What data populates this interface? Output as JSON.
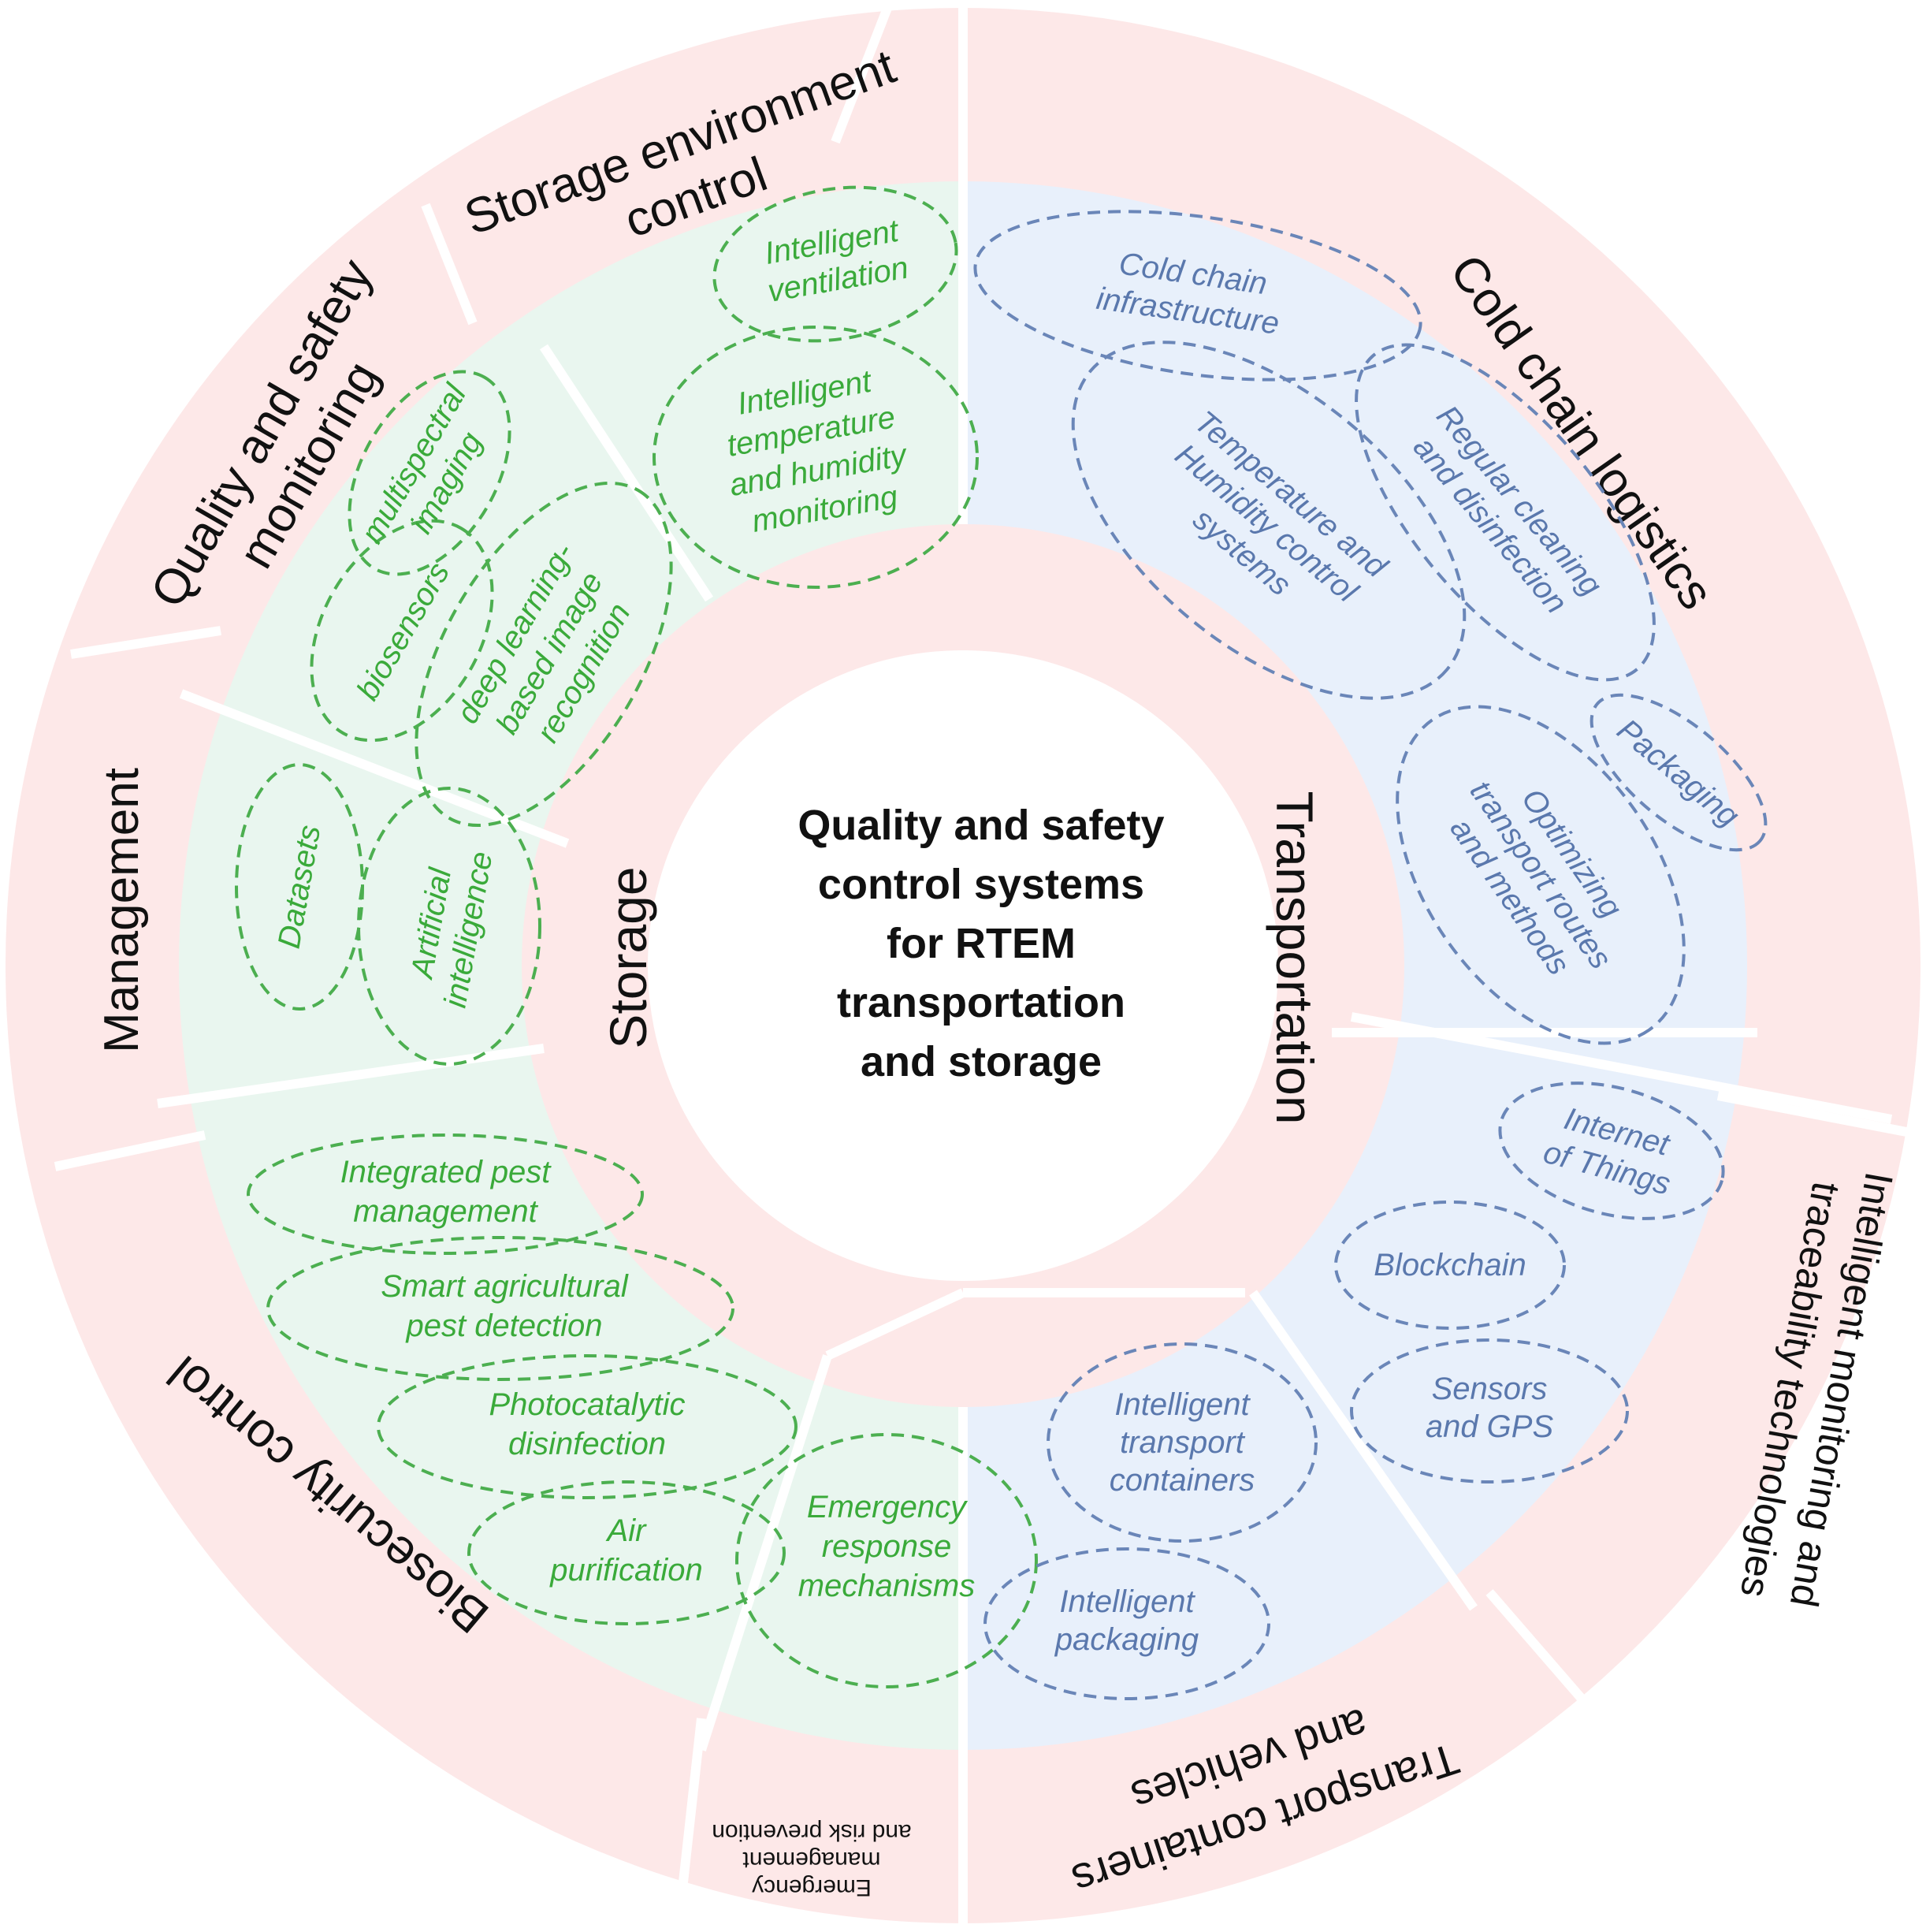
{
  "center": {
    "title_lines": [
      "Quality and safety",
      "control systems",
      "for RTEM",
      "transportation",
      "and storage"
    ]
  },
  "inner_ring": {
    "storage_label": "Storage",
    "transportation_label": "Transportation"
  },
  "outer_ring": {
    "cold_chain": "Cold chain logistics",
    "intelligent_monitoring": [
      "Intelligent monitoring and",
      "traceability technologies"
    ],
    "transport_containers": [
      "Transport containers",
      "and vehicles"
    ],
    "emergency": [
      "Emergency",
      "management",
      "and risk prevention"
    ],
    "biosecurity": "Biosecurity control",
    "management": "Management",
    "quality_monitoring": [
      "Quality and safety",
      "monitoring"
    ],
    "storage_env": [
      "Storage environment",
      "control"
    ]
  },
  "storage_items": {
    "ventilation": [
      "Intelligent",
      "ventilation"
    ],
    "temp_humidity": [
      "Intelligent",
      "temperature",
      "and humidity",
      "monitoring"
    ],
    "multispectral": [
      "multispectral",
      "imaging"
    ],
    "biosensors": [
      "biosensors"
    ],
    "deep_learning": [
      "deep learning-",
      "based image",
      "recognition"
    ],
    "datasets": [
      "Datasets"
    ],
    "ai": [
      "Artificial",
      "intelligence"
    ],
    "ipm": [
      "Integrated pest",
      "management"
    ],
    "smart_pest": [
      "Smart agricultural",
      "pest detection"
    ],
    "photocatalytic": [
      "Photocatalytic",
      "disinfection"
    ],
    "air": [
      "Air",
      "purification"
    ],
    "emergency_response": [
      "Emergency",
      "response",
      "mechanisms"
    ]
  },
  "transport_items": {
    "cold_infra": [
      "Cold chain",
      "infrastructure"
    ],
    "temp_control": [
      "Temperature and",
      "Humidity control",
      "systems"
    ],
    "cleaning": [
      "Regular cleaning",
      "and disinfection"
    ],
    "packaging": [
      "Packaging"
    ],
    "routes": [
      "Optimizing",
      "transport routes",
      "and methods"
    ],
    "iot": [
      "Internet",
      "of Things"
    ],
    "blockchain": [
      "Blockchain"
    ],
    "sensors": [
      "Sensors",
      "and GPS"
    ],
    "transport_containers": [
      "Intelligent",
      "transport",
      "containers"
    ],
    "intel_packaging": [
      "Intelligent",
      "packaging"
    ]
  },
  "colors": {
    "outer_ring": "#fde8e8",
    "inner_ring": "#fde8e8",
    "storage_zone": "#e9f6ef",
    "transport_zone": "#e8f0fb",
    "green_text": "#3aaa3a",
    "green_dash": "#4caf50",
    "blue_text": "#5a78ad",
    "blue_dash": "#6a86b8",
    "divider": "#ffffff"
  }
}
